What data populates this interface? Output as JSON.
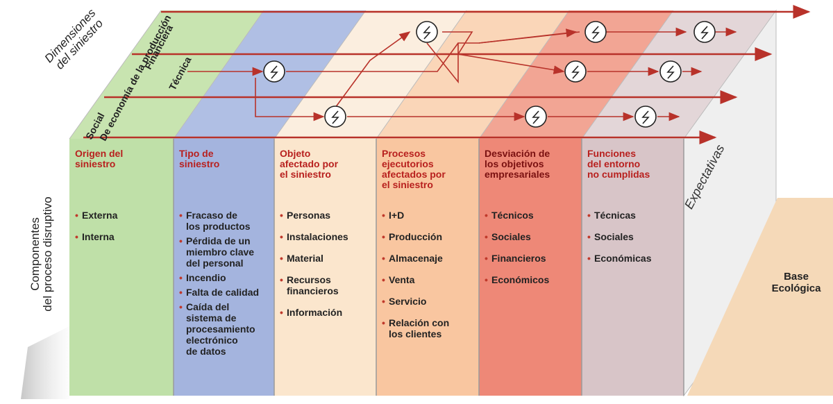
{
  "dimensions_title": "Dimensiones\ndel siniestro",
  "components_title": "Componentes\ndel proceso disruptivo",
  "dimension_labels": [
    "Social",
    "De economía de la producción",
    "Técnica",
    "Financiera"
  ],
  "expectations_label": "Expectativas",
  "base_label": "Base\nEcológica",
  "event_icon": "lightning-circle-icon",
  "columns": [
    {
      "title": "Origen del\nsiniestro",
      "color": "#bfe0a8",
      "title_color": "#b8201e",
      "items": [
        "Externa",
        "Interna"
      ]
    },
    {
      "title": "Tipo de\nsiniestro",
      "color": "#9fb0dc",
      "title_color": "#b8201e",
      "items": [
        "Fracaso de\nlos productos",
        "Pérdida de un\nmiembro clave\ndel personal",
        "Incendio",
        "Falta de calidad",
        "Caída del\nsistema de\nprocesamiento\nelectrónico\nde datos"
      ]
    },
    {
      "title": "Objeto\nafectado por\nel siniestro",
      "color": "#fbe6cd",
      "title_color": "#b8201e",
      "items": [
        "Personas",
        "Instalaciones",
        "Material",
        "Recursos\nfinancieros",
        "Información"
      ]
    },
    {
      "title": "Procesos\nejecutorios\nafectados por\nel siniestro",
      "color": "#f9c6a0",
      "title_color": "#b8201e",
      "items": [
        "I+D",
        "Producción",
        "Almacenaje",
        "Venta",
        "Servicio",
        "Relación con\nlos clientes"
      ]
    },
    {
      "title": "Desviación de\nlos objetivos\nempresariales",
      "color": "#ee7e6c",
      "title_color": "#7a1010",
      "items": [
        "Técnicos",
        "Sociales",
        "Financieros",
        "Económicos"
      ]
    },
    {
      "title": "Funciones\ndel entorno\nno cumplidas",
      "color": "#d8c0c4",
      "title_color": "#b8201e",
      "items": [
        "Técnicas",
        "Sociales",
        "Económicas"
      ]
    }
  ],
  "colors": {
    "arrow": "#b8322a",
    "side_face": "#f0f0f0",
    "base": "#f5d9b8",
    "bullet": "#c0392b"
  }
}
